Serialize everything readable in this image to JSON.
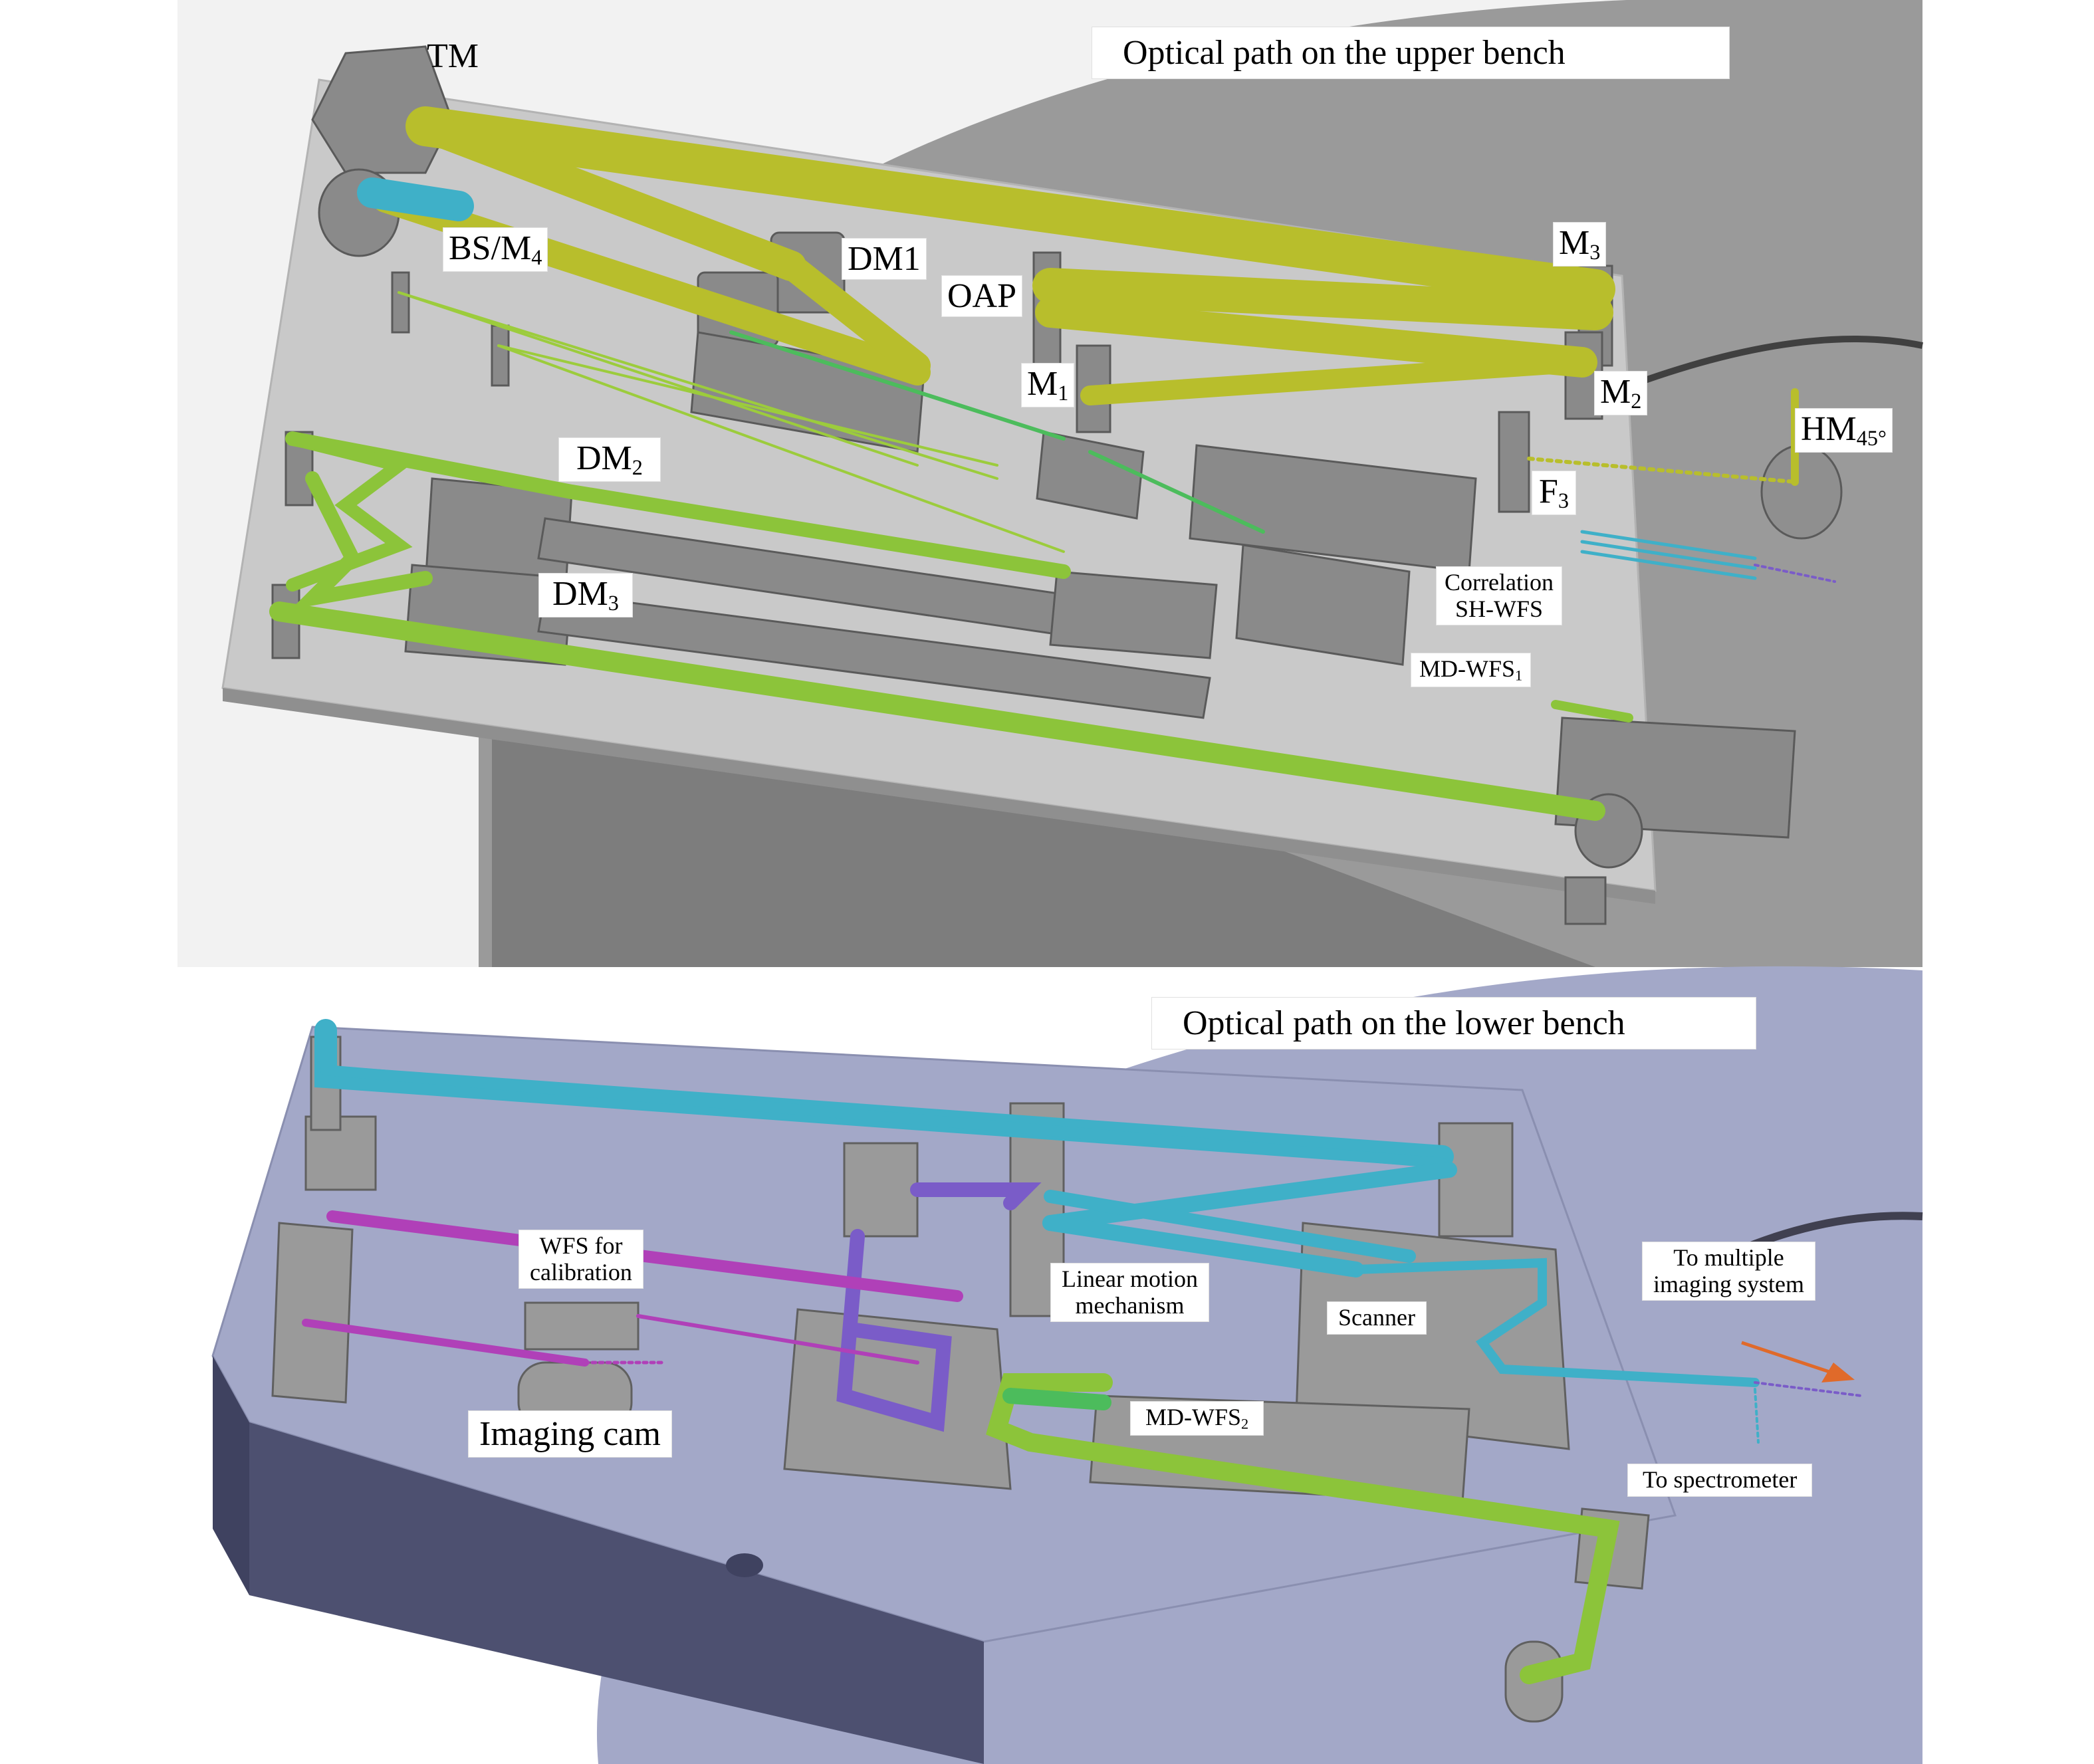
{
  "upper": {
    "title": "Optical path on the upper bench",
    "labels": {
      "tm": "TM",
      "bs_m4": {
        "base": "BS/M",
        "sub": "4"
      },
      "dm1": "DM1",
      "oap": "OAP",
      "m3": {
        "base": "M",
        "sub": "3"
      },
      "m1": {
        "base": "M",
        "sub": "1"
      },
      "m2": {
        "base": "M",
        "sub": "2"
      },
      "hm45": {
        "base": "HM",
        "sub": "45°"
      },
      "dm2": {
        "base": "DM",
        "sub": "2"
      },
      "dm3": {
        "base": "DM",
        "sub": "3"
      },
      "f3": {
        "base": "F",
        "sub": "3"
      },
      "corr_line1": "Correlation",
      "corr_line2": "SH-WFS",
      "mdwfs1": {
        "base": "MD-WFS",
        "sub": "1"
      }
    }
  },
  "lower": {
    "title": "Optical path on the lower bench",
    "labels": {
      "wfs_line1": "WFS for",
      "wfs_line2": "calibration",
      "linear_line1": "Linear motion",
      "linear_line2": "mechanism",
      "scanner": "Scanner",
      "multi_line1": "To multiple",
      "multi_line2": "imaging system",
      "imaging_cam": "Imaging cam",
      "mdwfs2": {
        "base": "MD-WFS",
        "sub": "2"
      },
      "to_spectrometer": "To spectrometer"
    }
  },
  "colors": {
    "beam_yellow": "#b8be2c",
    "beam_green": "#8cc43a",
    "beam_cyan": "#3fb0c8",
    "beam_purple": "#7a5cc8",
    "beam_magenta": "#b040b8",
    "bench_upper": "#c9c9c9",
    "bench_lower": "#a3a8c8",
    "base_upper": "#9a9a9a",
    "arrow": "#e06a2a"
  }
}
